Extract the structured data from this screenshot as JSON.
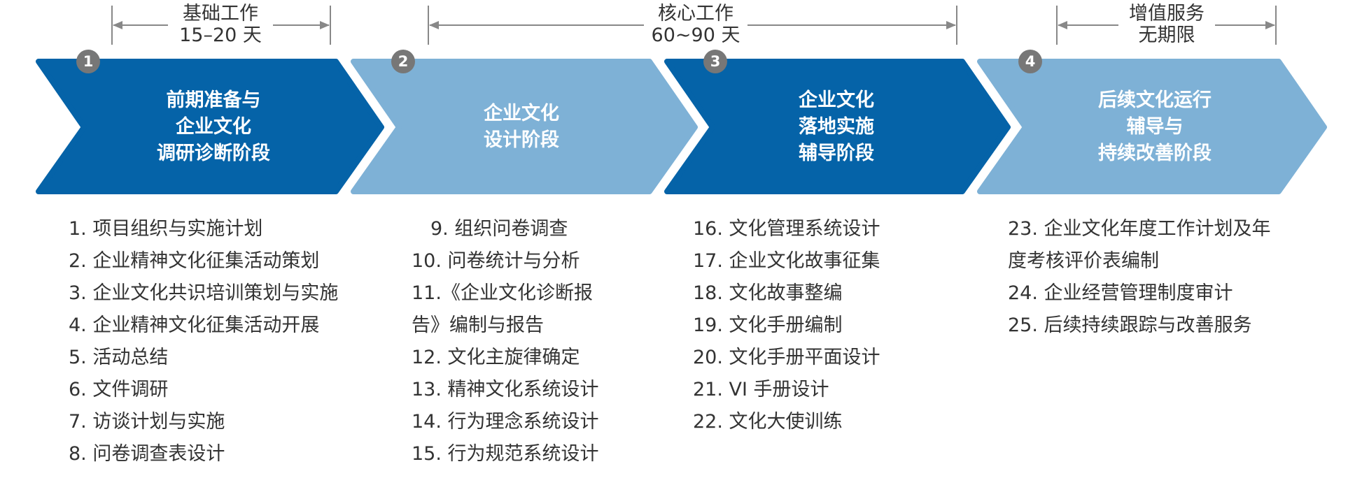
{
  "colors": {
    "dark_blue": "#0563A8",
    "light_blue": "#7EB1D6",
    "badge_gray": "#777777",
    "text": "#333333",
    "arrow": "#888888"
  },
  "durations": [
    {
      "line1": "基础工作",
      "line2": "15–20 天"
    },
    {
      "line1": "核心工作",
      "line2": "60~90 天"
    },
    {
      "line1": "增值服务",
      "line2": "无期限"
    }
  ],
  "phases": [
    {
      "number": "1",
      "fill": "dark",
      "title": [
        "前期准备与",
        "企业文化",
        "调研诊断阶段"
      ]
    },
    {
      "number": "2",
      "fill": "light",
      "title": [
        "企业文化",
        "设计阶段"
      ]
    },
    {
      "number": "3",
      "fill": "dark",
      "title": [
        "企业文化",
        "落地实施",
        "辅导阶段"
      ]
    },
    {
      "number": "4",
      "fill": "light",
      "title": [
        "后续文化运行",
        "辅导与",
        "持续改善阶段"
      ]
    }
  ],
  "tasks": [
    [
      "1. 项目组织与实施计划",
      "2. 企业精神文化征集活动策划",
      "3. 企业文化共识培训策划与实施",
      "4. 企业精神文化征集活动开展",
      "5. 活动总结",
      "6. 文件调研",
      "7. 访谈计划与实施",
      "8. 问卷调查表设计"
    ],
    [
      "　9. 组织问卷调查",
      "10. 问卷统计与分析",
      "11.《企业文化诊断报",
      "告》编制与报告",
      "12. 文化主旋律确定",
      "13. 精神文化系统设计",
      "14. 行为理念系统设计",
      "15. 行为规范系统设计"
    ],
    [
      "16. 文化管理系统设计",
      "17. 企业文化故事征集",
      "18. 文化故事整编",
      "19. 文化手册编制",
      "20. 文化手册平面设计",
      "21. VI 手册设计",
      "22. 文化大使训练"
    ],
    [
      "23. 企业文化年度工作计划及年",
      "度考核评价表编制",
      "24. 企业经营管理制度审计",
      "25. 后续持续跟踪与改善服务"
    ]
  ]
}
